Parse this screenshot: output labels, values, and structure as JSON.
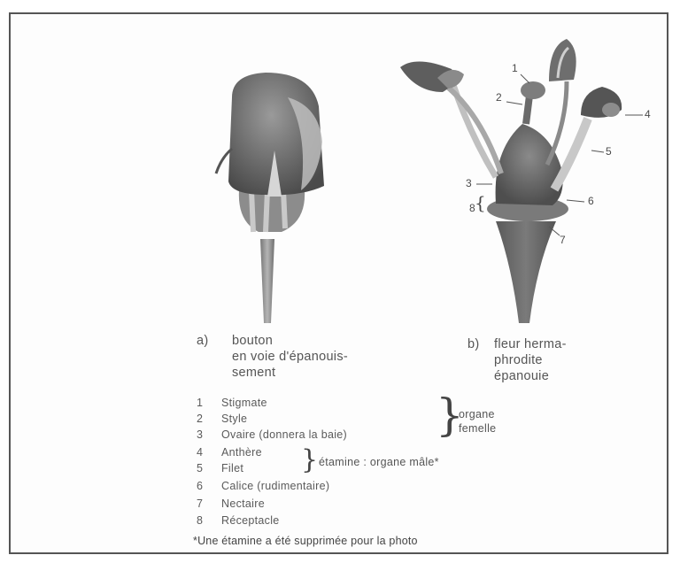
{
  "callouts": [
    "1",
    "2",
    "3",
    "4",
    "5",
    "6",
    "7",
    "8"
  ],
  "caption_a": {
    "marker": "a)",
    "lines": [
      "bouton",
      "en voie d'épanouis-",
      "sement"
    ]
  },
  "caption_b": {
    "marker": "b)",
    "lines": [
      "fleur herma-",
      "phrodite",
      "épanouie"
    ]
  },
  "legend": [
    {
      "num": "1",
      "text": "Stigmate"
    },
    {
      "num": "2",
      "text": "Style"
    },
    {
      "num": "3",
      "text": "Ovaire (donnera la baie)"
    },
    {
      "num": "4",
      "text": "Anthère"
    },
    {
      "num": "5",
      "text": "Filet"
    },
    {
      "num": "6",
      "text": "Calice (rudimentaire)"
    },
    {
      "num": "7",
      "text": "Nectaire"
    },
    {
      "num": "8",
      "text": "Réceptacle"
    }
  ],
  "groups": {
    "female": [
      "organe",
      "femelle"
    ],
    "male": "étamine : organe mâle*"
  },
  "footnote": "*Une étamine a été supprimée pour la photo"
}
